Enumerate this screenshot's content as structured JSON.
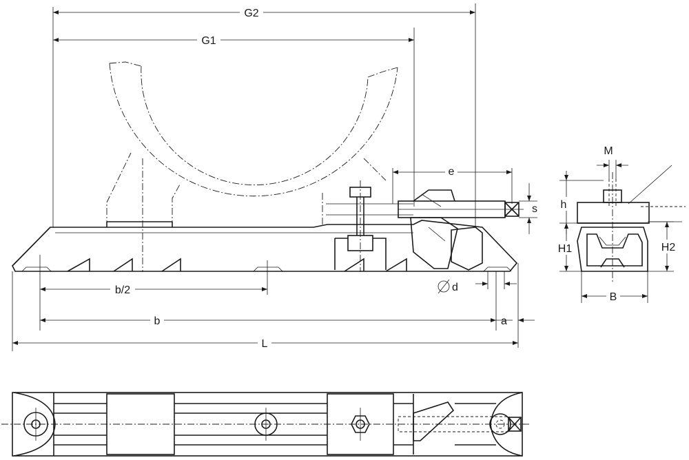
{
  "labels": {
    "G2": "G2",
    "G1": "G1",
    "e": "e",
    "s": "s",
    "b_half": "b/2",
    "d": "d",
    "b": "b",
    "a": "a",
    "L": "L",
    "M": "M",
    "h": "h",
    "H1": "H1",
    "H2": "H2",
    "B": "B"
  }
}
